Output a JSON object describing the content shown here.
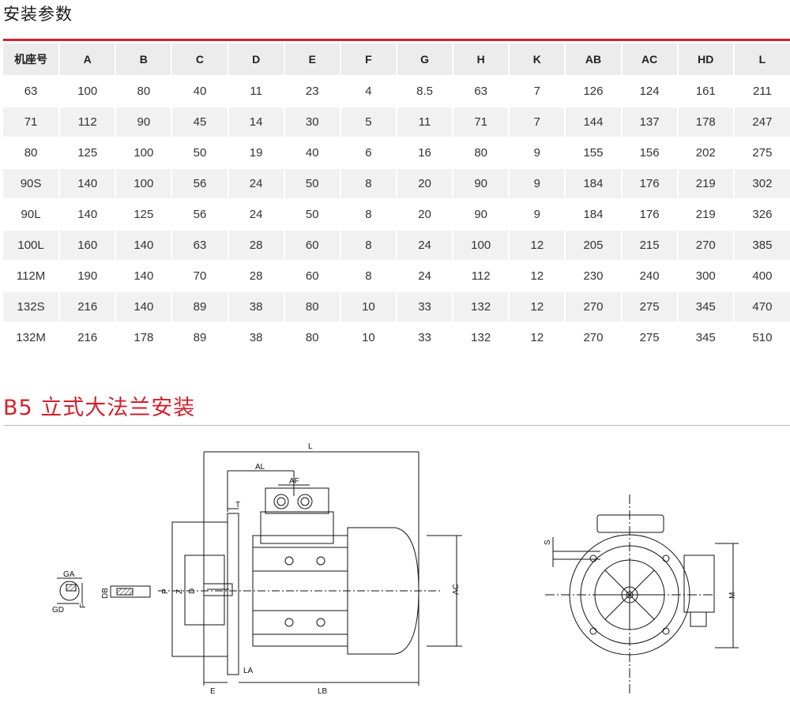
{
  "section1_title": "安装参数",
  "section2_title": "B5 立式大法兰安装",
  "table": {
    "headers": [
      "机座号",
      "A",
      "B",
      "C",
      "D",
      "E",
      "F",
      "G",
      "H",
      "K",
      "AB",
      "AC",
      "HD",
      "L"
    ],
    "rows": [
      [
        "63",
        "100",
        "80",
        "40",
        "11",
        "23",
        "4",
        "8.5",
        "63",
        "7",
        "126",
        "124",
        "161",
        "211"
      ],
      [
        "71",
        "112",
        "90",
        "45",
        "14",
        "30",
        "5",
        "11",
        "71",
        "7",
        "144",
        "137",
        "178",
        "247"
      ],
      [
        "80",
        "125",
        "100",
        "50",
        "19",
        "40",
        "6",
        "16",
        "80",
        "9",
        "155",
        "156",
        "202",
        "275"
      ],
      [
        "90S",
        "140",
        "100",
        "56",
        "24",
        "50",
        "8",
        "20",
        "90",
        "9",
        "184",
        "176",
        "219",
        "302"
      ],
      [
        "90L",
        "140",
        "125",
        "56",
        "24",
        "50",
        "8",
        "20",
        "90",
        "9",
        "184",
        "176",
        "219",
        "326"
      ],
      [
        "100L",
        "160",
        "140",
        "63",
        "28",
        "60",
        "8",
        "24",
        "100",
        "12",
        "205",
        "215",
        "270",
        "385"
      ],
      [
        "112M",
        "190",
        "140",
        "70",
        "28",
        "60",
        "8",
        "24",
        "112",
        "12",
        "230",
        "240",
        "300",
        "400"
      ],
      [
        "132S",
        "216",
        "140",
        "89",
        "38",
        "80",
        "10",
        "33",
        "132",
        "12",
        "270",
        "275",
        "345",
        "470"
      ],
      [
        "132M",
        "216",
        "178",
        "89",
        "38",
        "80",
        "10",
        "33",
        "132",
        "12",
        "270",
        "275",
        "345",
        "510"
      ]
    ]
  },
  "drawing_labels": {
    "L": "L",
    "AL": "AL",
    "AF": "AF",
    "T": "T",
    "AC": "AC",
    "GA": "GA",
    "GD": "GD",
    "F": "F",
    "DB": "DB",
    "P": "P",
    "Z": "Z",
    "D": "D",
    "E": "E",
    "LA": "LA",
    "LB": "LB",
    "S": "S",
    "M": "M"
  },
  "colors": {
    "accent": "#d31f2c",
    "header_bg": "#ececec",
    "row_alt_bg": "#f1f1f1"
  }
}
